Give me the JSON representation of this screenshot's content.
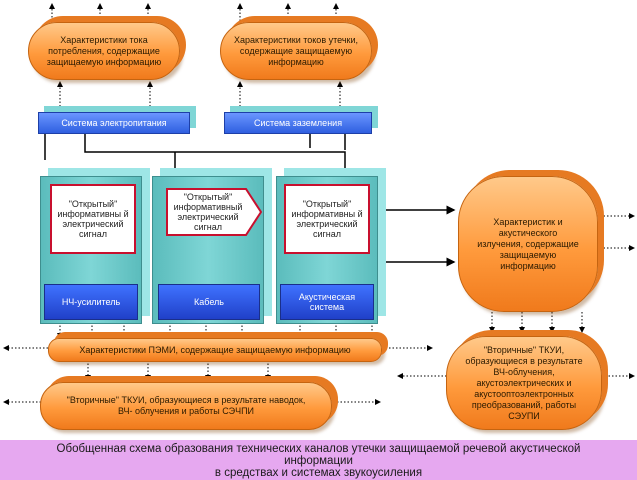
{
  "top_left_pill": "Характеристики тока потребления, содержащие защищаемую информацию",
  "top_right_pill": "Характеристики токов утечки, содержащие защищаемую информацию",
  "power_system": "Система электропитания",
  "ground_system": "Система заземления",
  "columns": [
    {
      "signal": "\"Открытый\" информативны й электрический сигнал",
      "label": "НЧ-усилитель"
    },
    {
      "signal": "\"Открытый\" информативный электрический сигнал",
      "label": "Кабель"
    },
    {
      "signal": "\"Открытый\" информативны й электрический сигнал",
      "label": "Акустическая система"
    }
  ],
  "right_pill": "Характеристик и акустического излучения, содержащие защищаемую информацию",
  "pemi_bar": "Характеристики ПЭМИ, содержащие защищаемую информацию",
  "secondary_left": "\"Вторичные\" ТКУИ, образующиеся в результате наводок, ВЧ- облучения и работы СЭЧПИ",
  "secondary_right": "\"Вторичные\" ТКУИ, образующиеся в результате ВЧ-облучения, акустоэлектрических и акустооптоэлектронных преобразований, работы СЭУПИ",
  "caption_line1": "Обобщенная схема образования технических каналов утечки защищаемой речевой акустической",
  "caption_line2": "информации",
  "caption_line3": "в средствах и системах звукоусиления"
}
